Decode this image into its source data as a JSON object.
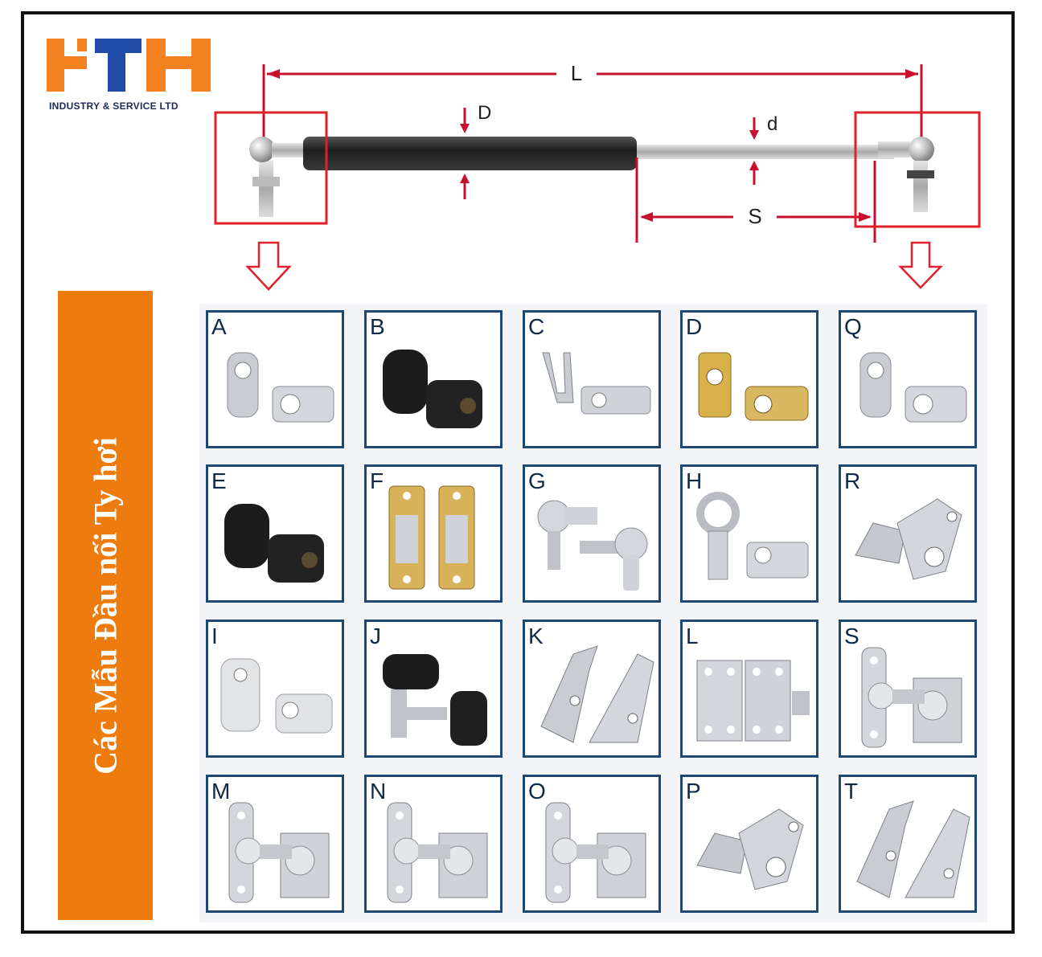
{
  "logo": {
    "mark": "HTH",
    "subtitle": "INDUSTRY & SERVICE LTD",
    "orange": "#f58220",
    "blue": "#1f4aa8"
  },
  "diagram": {
    "labels": {
      "L": "L",
      "D": "D",
      "d": "d",
      "S": "S"
    },
    "accent": "#c8102e",
    "body_color": "#2a2a2a"
  },
  "banner": {
    "text": "Các Mẫu Đầu nối Ty hơi",
    "color": "#ee7b0e"
  },
  "tiles": [
    {
      "letter": "A",
      "kind": "eye-silver"
    },
    {
      "letter": "B",
      "kind": "cap-black"
    },
    {
      "letter": "C",
      "kind": "clip-silver"
    },
    {
      "letter": "D",
      "kind": "eye-gold"
    },
    {
      "letter": "Q",
      "kind": "eye-silver"
    },
    {
      "letter": "E",
      "kind": "cap-black"
    },
    {
      "letter": "F",
      "kind": "hinge-gold"
    },
    {
      "letter": "G",
      "kind": "ball-joint"
    },
    {
      "letter": "H",
      "kind": "ring-eye"
    },
    {
      "letter": "R",
      "kind": "bracket"
    },
    {
      "letter": "I",
      "kind": "clevis"
    },
    {
      "letter": "J",
      "kind": "cap-bolt"
    },
    {
      "letter": "K",
      "kind": "bracket-angle"
    },
    {
      "letter": "L",
      "kind": "plate"
    },
    {
      "letter": "S",
      "kind": "ball-plate"
    },
    {
      "letter": "M",
      "kind": "ball-plate"
    },
    {
      "letter": "N",
      "kind": "ball-plate"
    },
    {
      "letter": "O",
      "kind": "ball-plate"
    },
    {
      "letter": "P",
      "kind": "bracket"
    },
    {
      "letter": "T",
      "kind": "bracket-angle"
    }
  ]
}
